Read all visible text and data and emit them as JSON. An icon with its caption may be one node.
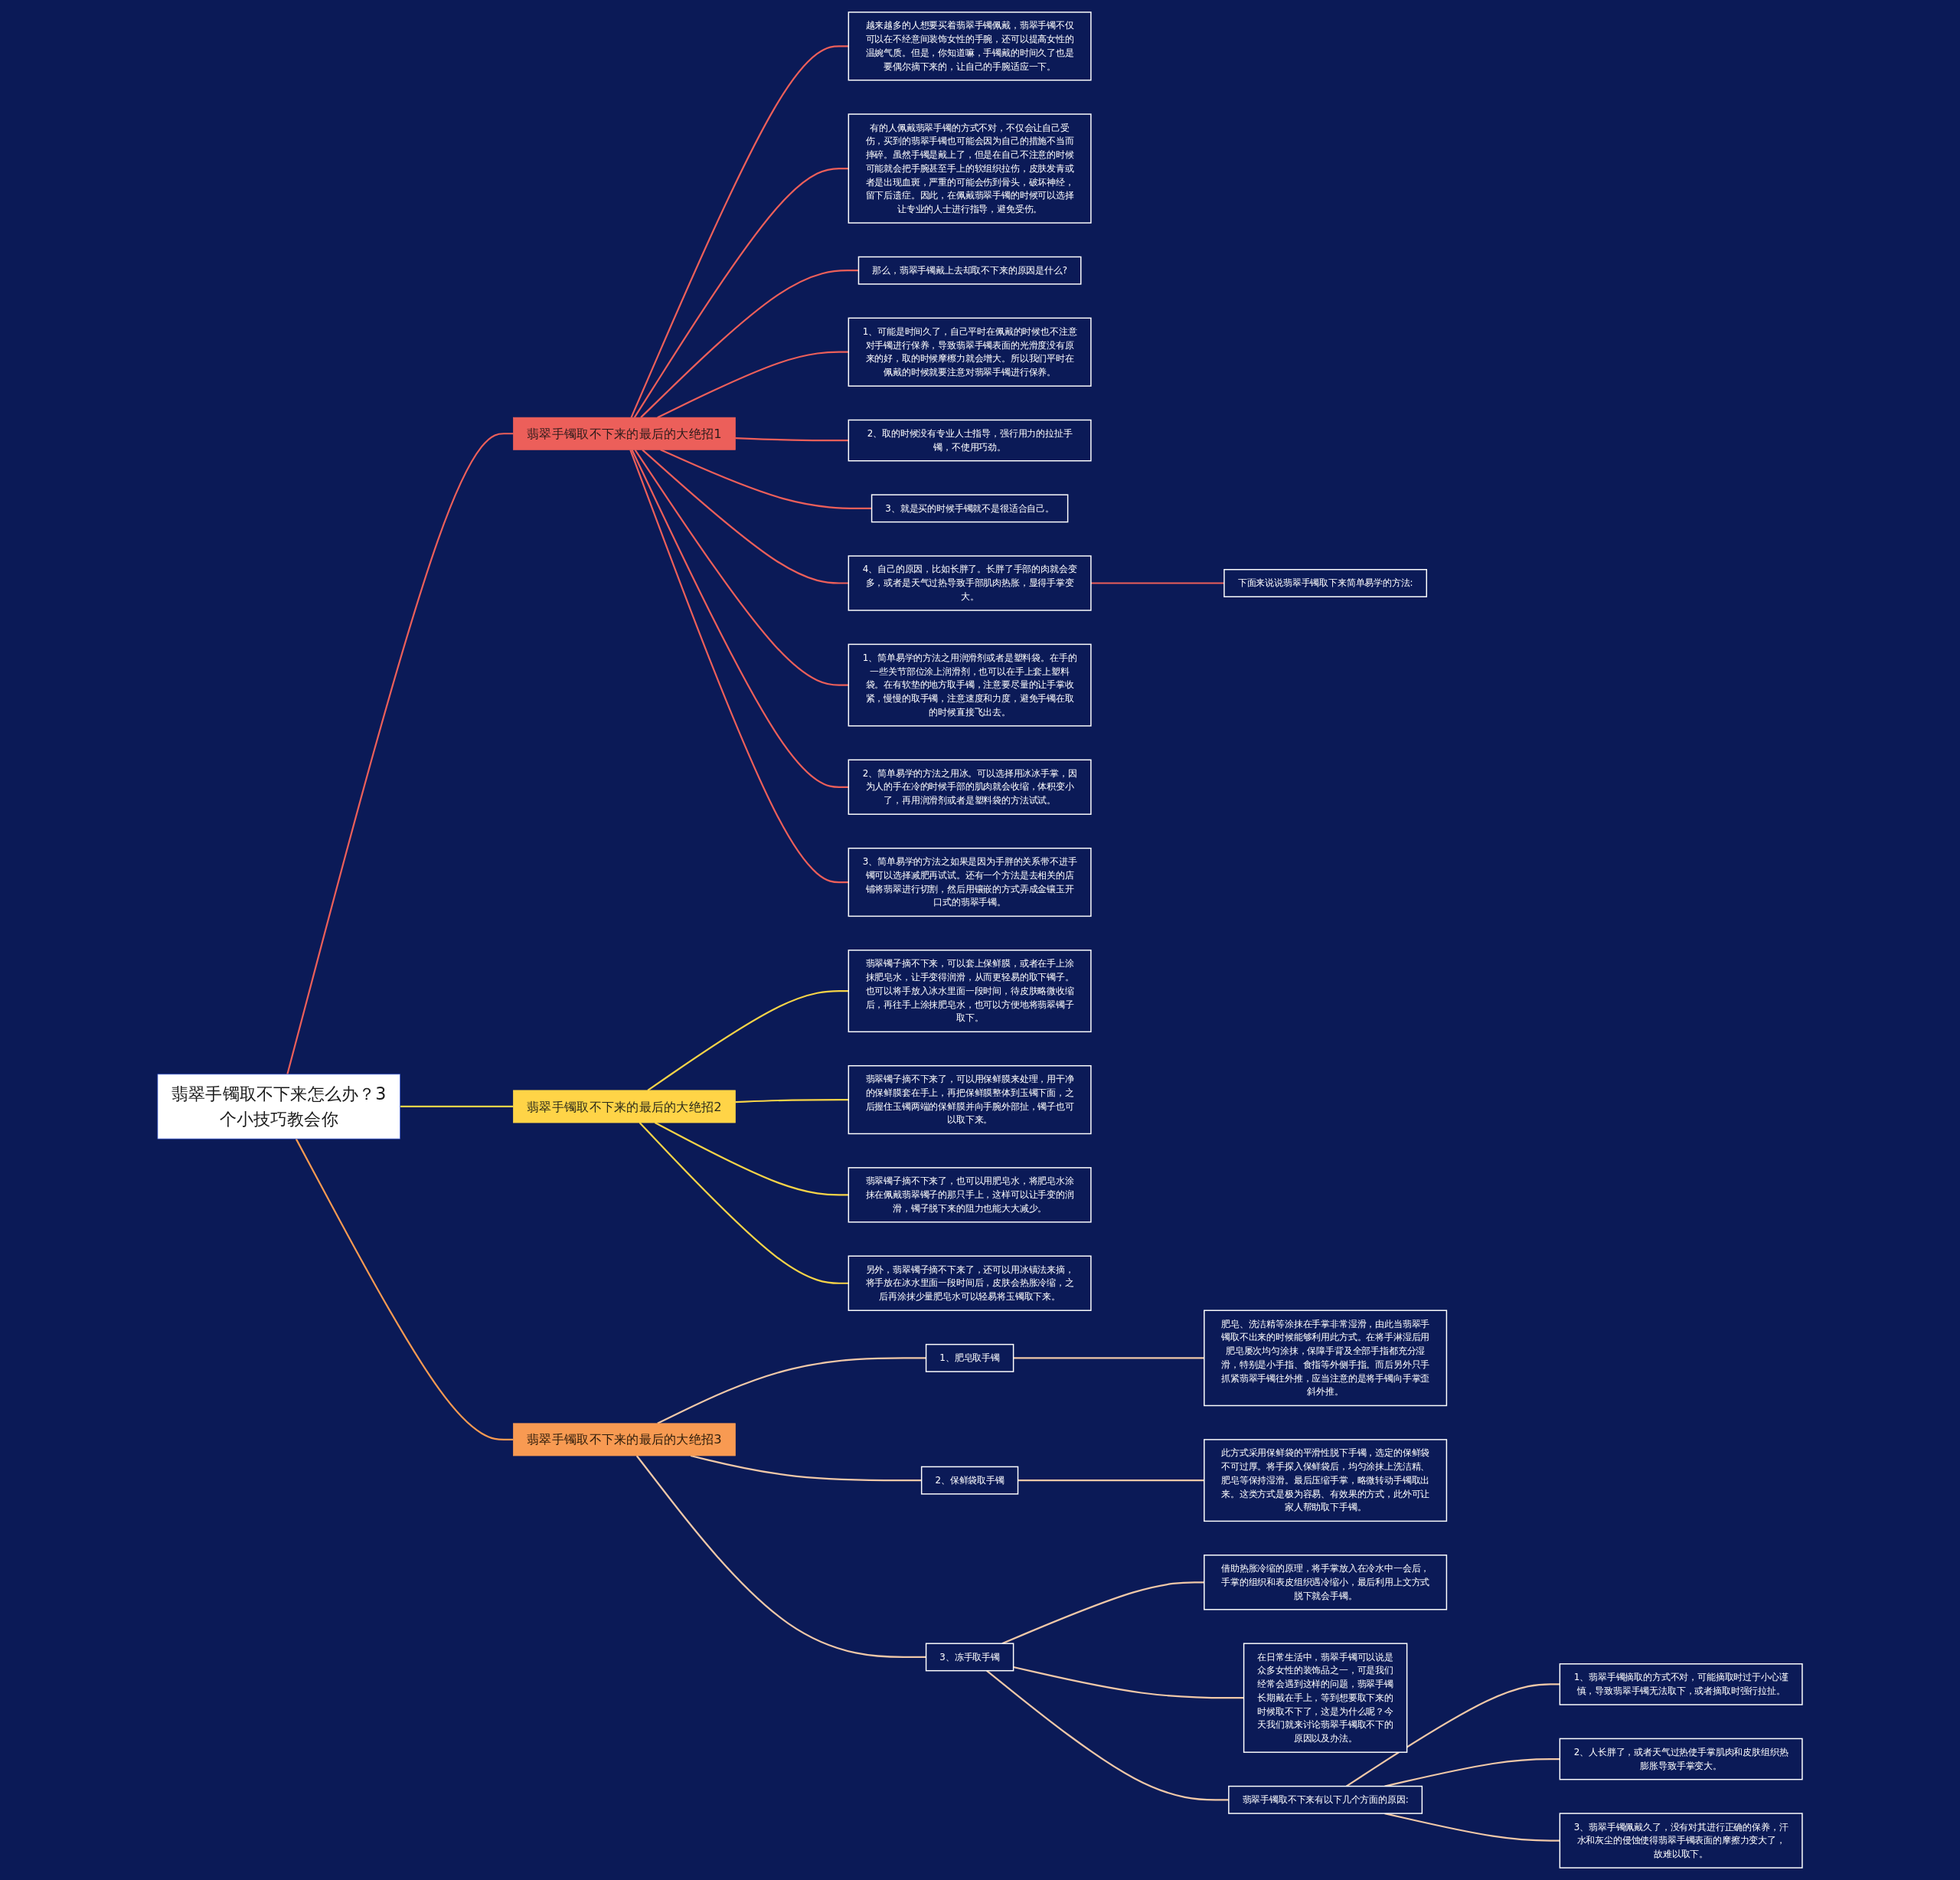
{
  "diagram": {
    "nodes": [
      {
        "text": [
          "翡翠手镯取不下来怎么办？3个小技巧教会你"
        ]
      },
      {
        "text": [
          "翡翠手镯取不下来的最后的大绝招1"
        ]
      },
      {
        "text": [
          "越来越多的人想要买着翡翠手镯佩戴，翡翠手镯不仅可以在不经意间装饰女性的手腕，还可以提高女性的温婉气质。但是，你知道嘛，手镯戴的时间久了也是要偶尔摘下来的，让自己的手腕适应一下。"
        ]
      },
      {
        "text": [
          "有的人佩戴翡翠手镯的方式不对，不仅会让自己受伤，买到的翡翠手镯也可能会因为自己的措施不当而摔碎。虽然手镯是戴上了，但是在自己不注意的时候可能就会把手腕甚至手上的软组织拉伤，皮肤发青或者是出现血斑，严重的可能会伤到骨头，破坏神经，留下后遗症。因此，在佩戴翡翠手镯的时候可以选择让专业的人士进行指导，避免受伤。"
        ]
      },
      {
        "text": [
          "那么，翡翠手镯戴上去却取不下来的原因是什么?"
        ]
      },
      {
        "text": [
          "1、可能是时间久了，自己平时在佩戴的时候也不注意对手镯进行保养，导致翡翠手镯表面的光滑度没有原来的好，取的时候摩檫力就会增大。所以我们平时在佩戴的时候就要注意对翡翠手镯进行保养。"
        ]
      },
      {
        "text": [
          "2、取的时候没有专业人士指导，强行用力的拉扯手镯，不使用巧劲。"
        ]
      },
      {
        "text": [
          "3、就是买的时候手镯就不是很适合自己。"
        ]
      },
      {
        "text": [
          "4、自己的原因，比如长胖了。长胖了手部的肉就会变多，或者是天气过热导致手部肌肉热胀，显得手掌变大。"
        ]
      },
      {
        "text": [
          "下面来说说翡翠手镯取下来简单易学的方法:"
        ]
      },
      {
        "text": [
          "1、简单易学的方法之用润滑剂或者是塑料袋。在手的一些关节部位涂上润滑剂，也可以在手上套上塑料袋。在有软垫的地方取手镯，注意要尽量的让手掌收紧，慢慢的取手镯，注意速度和力度，避免手镯在取的时候直接飞出去。"
        ]
      },
      {
        "text": [
          "2、简单易学的方法之用冰。可以选择用冰冰手掌，因为人的手在冷的时候手部的肌肉就会收缩，体积变小了，再用润滑剂或者是塑料袋的方法试试。"
        ]
      },
      {
        "text": [
          "3、简单易学的方法之如果是因为手胖的关系带不进手镯可以选择减肥再试试。还有一个方法是去相关的店铺将翡翠进行切割，然后用镶嵌的方式弄成金镶玉开口式的翡翠手镯。"
        ]
      },
      {
        "text": [
          "翡翠手镯取不下来的最后的大绝招2"
        ]
      },
      {
        "text": [
          "翡翠镯子摘不下来，可以套上保鲜膜，或者在手上涂抹肥皂水，让手变得润滑，从而更轻易的取下镯子。也可以将手放入冰水里面一段时间，待皮肤略微收缩后，再往手上涂抹肥皂水，也可以方便地将翡翠镯子取下。"
        ]
      },
      {
        "text": [
          "翡翠镯子摘不下来了，可以用保鲜膜来处理，用干净的保鲜膜套在手上，再把保鲜膜整体到玉镯下面，之后握住玉镯两端的保鲜膜并向手腕外部扯，镯子也可以取下来。"
        ]
      },
      {
        "text": [
          "翡翠镯子摘不下来了，也可以用肥皂水，将肥皂水涂抹在佩戴翡翠镯子的那只手上，这样可以让手变的润滑，镯子脱下来的阻力也能大大减少。"
        ]
      },
      {
        "text": [
          "另外，翡翠镯子摘不下来了，还可以用冰镇法来摘，将手放在冰水里面一段时间后，皮肤会热胀冷缩，之后再涂抹少量肥皂水可以轻易将玉镯取下来。"
        ]
      },
      {
        "text": [
          "翡翠手镯取不下来的最后的大绝招3"
        ]
      },
      {
        "text": [
          "1、肥皂取手镯"
        ]
      },
      {
        "text": [
          "肥皂、洗洁精等涂抹在手掌非常湿滑，由此当翡翠手镯取不出来的时候能够利用此方式。在将手淋湿后用肥皂屡次均匀涂抹，保障手背及全部手指都充分湿滑，特别是小手指、食指等外侧手指。而后另外只手抓紧翡翠手镯往外推，应当注意的是将手镯向手掌歪斜外推。"
        ]
      },
      {
        "text": [
          "2、保鲜袋取手镯"
        ]
      },
      {
        "text": [
          "此方式采用保鲜袋的平滑性脱下手镯，选定的保鲜袋不可过厚。将手探入保鲜袋后，均匀涂抹上洗洁精、肥皂等保持湿滑。最后压缩手掌，略微转动手镯取出来。这类方式是极为容易、有效果的方式，此外可让家人帮助取下手镯。"
        ]
      },
      {
        "text": [
          "3、冻手取手镯"
        ]
      },
      {
        "text": [
          "借助热胀冷缩的原理，将手掌放入在冷水中一会后，手掌的组织和表皮组织遇冷缩小，最后利用上文方式脱下就会手镯。"
        ]
      },
      {
        "text": [
          "在日常生活中，翡翠手镯可以说是众多女性的装饰品之一，可是我们经常会遇到这样的问题，翡翠手镯长期戴在手上，等到想要取下来的时候取不下了，这是为什么呢？今天我们就来讨论翡翠手镯取不下的原因以及办法。"
        ]
      },
      {
        "text": [
          "翡翠手镯取不下来有以下几个方面的原因:"
        ]
      },
      {
        "text": [
          "1、翡翠手镯摘取的方式不对，可能摘取时过于小心谨慎，导致翡翠手镯无法取下，或者摘取时强行拉扯。"
        ]
      },
      {
        "text": [
          "2、人长胖了，或者天气过热使手掌肌肉和皮肤组织热膨胀导致手掌变大。"
        ]
      },
      {
        "text": [
          "3、翡翠手镯佩戴久了，没有对其进行正确的保养，汗水和灰尘的侵蚀使得翡翠手镯表面的摩擦力变大了，故难以取下。"
        ]
      }
    ],
    "edges": [
      {
        "from": 0,
        "to": 1,
        "arrow": "none",
        "color": "#ec5f5a"
      },
      {
        "from": 1,
        "to": 2,
        "arrow": "none",
        "color": "#ec5f5a"
      },
      {
        "from": 1,
        "to": 3,
        "arrow": "none",
        "color": "#ec5f5a"
      },
      {
        "from": 1,
        "to": 4,
        "arrow": "none",
        "color": "#ec5f5a"
      },
      {
        "from": 1,
        "to": 5,
        "arrow": "none",
        "color": "#ec5f5a"
      },
      {
        "from": 1,
        "to": 6,
        "arrow": "none",
        "color": "#ec5f5a"
      },
      {
        "from": 1,
        "to": 7,
        "arrow": "none",
        "color": "#ec5f5a"
      },
      {
        "from": 1,
        "to": 8,
        "arrow": "none",
        "color": "#ec5f5a"
      },
      {
        "from": 8,
        "to": 9,
        "arrow": "none",
        "color": "#ec5f5a"
      },
      {
        "from": 1,
        "to": 10,
        "arrow": "none",
        "color": "#ec5f5a"
      },
      {
        "from": 1,
        "to": 11,
        "arrow": "none",
        "color": "#ec5f5a"
      },
      {
        "from": 1,
        "to": 12,
        "arrow": "none",
        "color": "#ec5f5a"
      },
      {
        "from": 0,
        "to": 13,
        "arrow": "none",
        "color": "#f7d448"
      },
      {
        "from": 13,
        "to": 14,
        "arrow": "none",
        "color": "#f7d448"
      },
      {
        "from": 13,
        "to": 15,
        "arrow": "none",
        "color": "#f7d448"
      },
      {
        "from": 13,
        "to": 16,
        "arrow": "none",
        "color": "#f7d448"
      },
      {
        "from": 13,
        "to": 17,
        "arrow": "none",
        "color": "#f7d448"
      },
      {
        "from": 0,
        "to": 18,
        "arrow": "none",
        "color": "#f89a52"
      },
      {
        "from": 18,
        "to": 19,
        "arrow": "none",
        "color": "#f0c8a8"
      },
      {
        "from": 19,
        "to": 20,
        "arrow": "none",
        "color": "#f0c8a8"
      },
      {
        "from": 18,
        "to": 21,
        "arrow": "none",
        "color": "#f0c8a8"
      },
      {
        "from": 21,
        "to": 22,
        "arrow": "none",
        "color": "#f0c8a8"
      },
      {
        "from": 18,
        "to": 23,
        "arrow": "none",
        "color": "#f0c8a8"
      },
      {
        "from": 23,
        "to": 24,
        "arrow": "none",
        "color": "#f0c8a8"
      },
      {
        "from": 23,
        "to": 25,
        "arrow": "none",
        "color": "#f0c8a8"
      },
      {
        "from": 23,
        "to": 26,
        "arrow": "none",
        "color": "#f0c8a8"
      },
      {
        "from": 26,
        "to": 27,
        "arrow": "none",
        "color": "#f0c8a8"
      },
      {
        "from": 26,
        "to": 28,
        "arrow": "none",
        "color": "#f0c8a8"
      },
      {
        "from": 26,
        "to": 29,
        "arrow": "none",
        "color": "#f0c8a8"
      }
    ]
  }
}
